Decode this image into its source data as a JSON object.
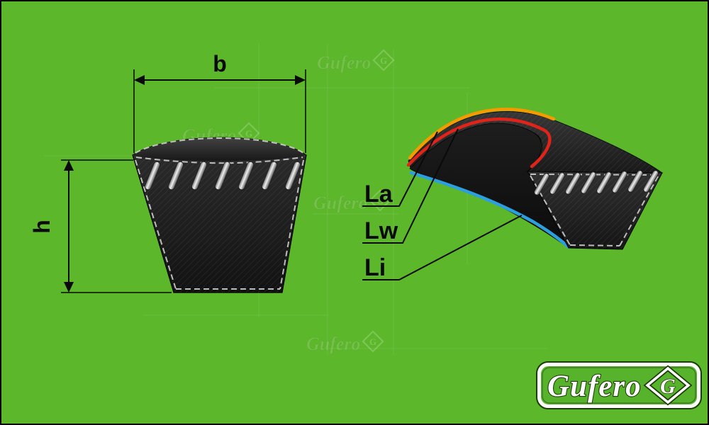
{
  "scene": {
    "background_color": "#5cb72b",
    "description": "V-belt cross-section and profile length diagram"
  },
  "cross_section_view": {
    "width_dim_label": "b",
    "height_dim_label": "h",
    "cord_count": 7
  },
  "profile_view": {
    "outer_length_label": "La",
    "pitch_length_label": "Lw",
    "inner_length_label": "Li",
    "cord_count": 8
  },
  "line_colors": {
    "outer": "#f59b00",
    "pitch": "#e0241a",
    "inner": "#2b9fe0"
  },
  "logo": {
    "brand": "Gufero",
    "monogram": "G"
  },
  "watermark": {
    "text": "Gufero",
    "monogram": "G"
  }
}
